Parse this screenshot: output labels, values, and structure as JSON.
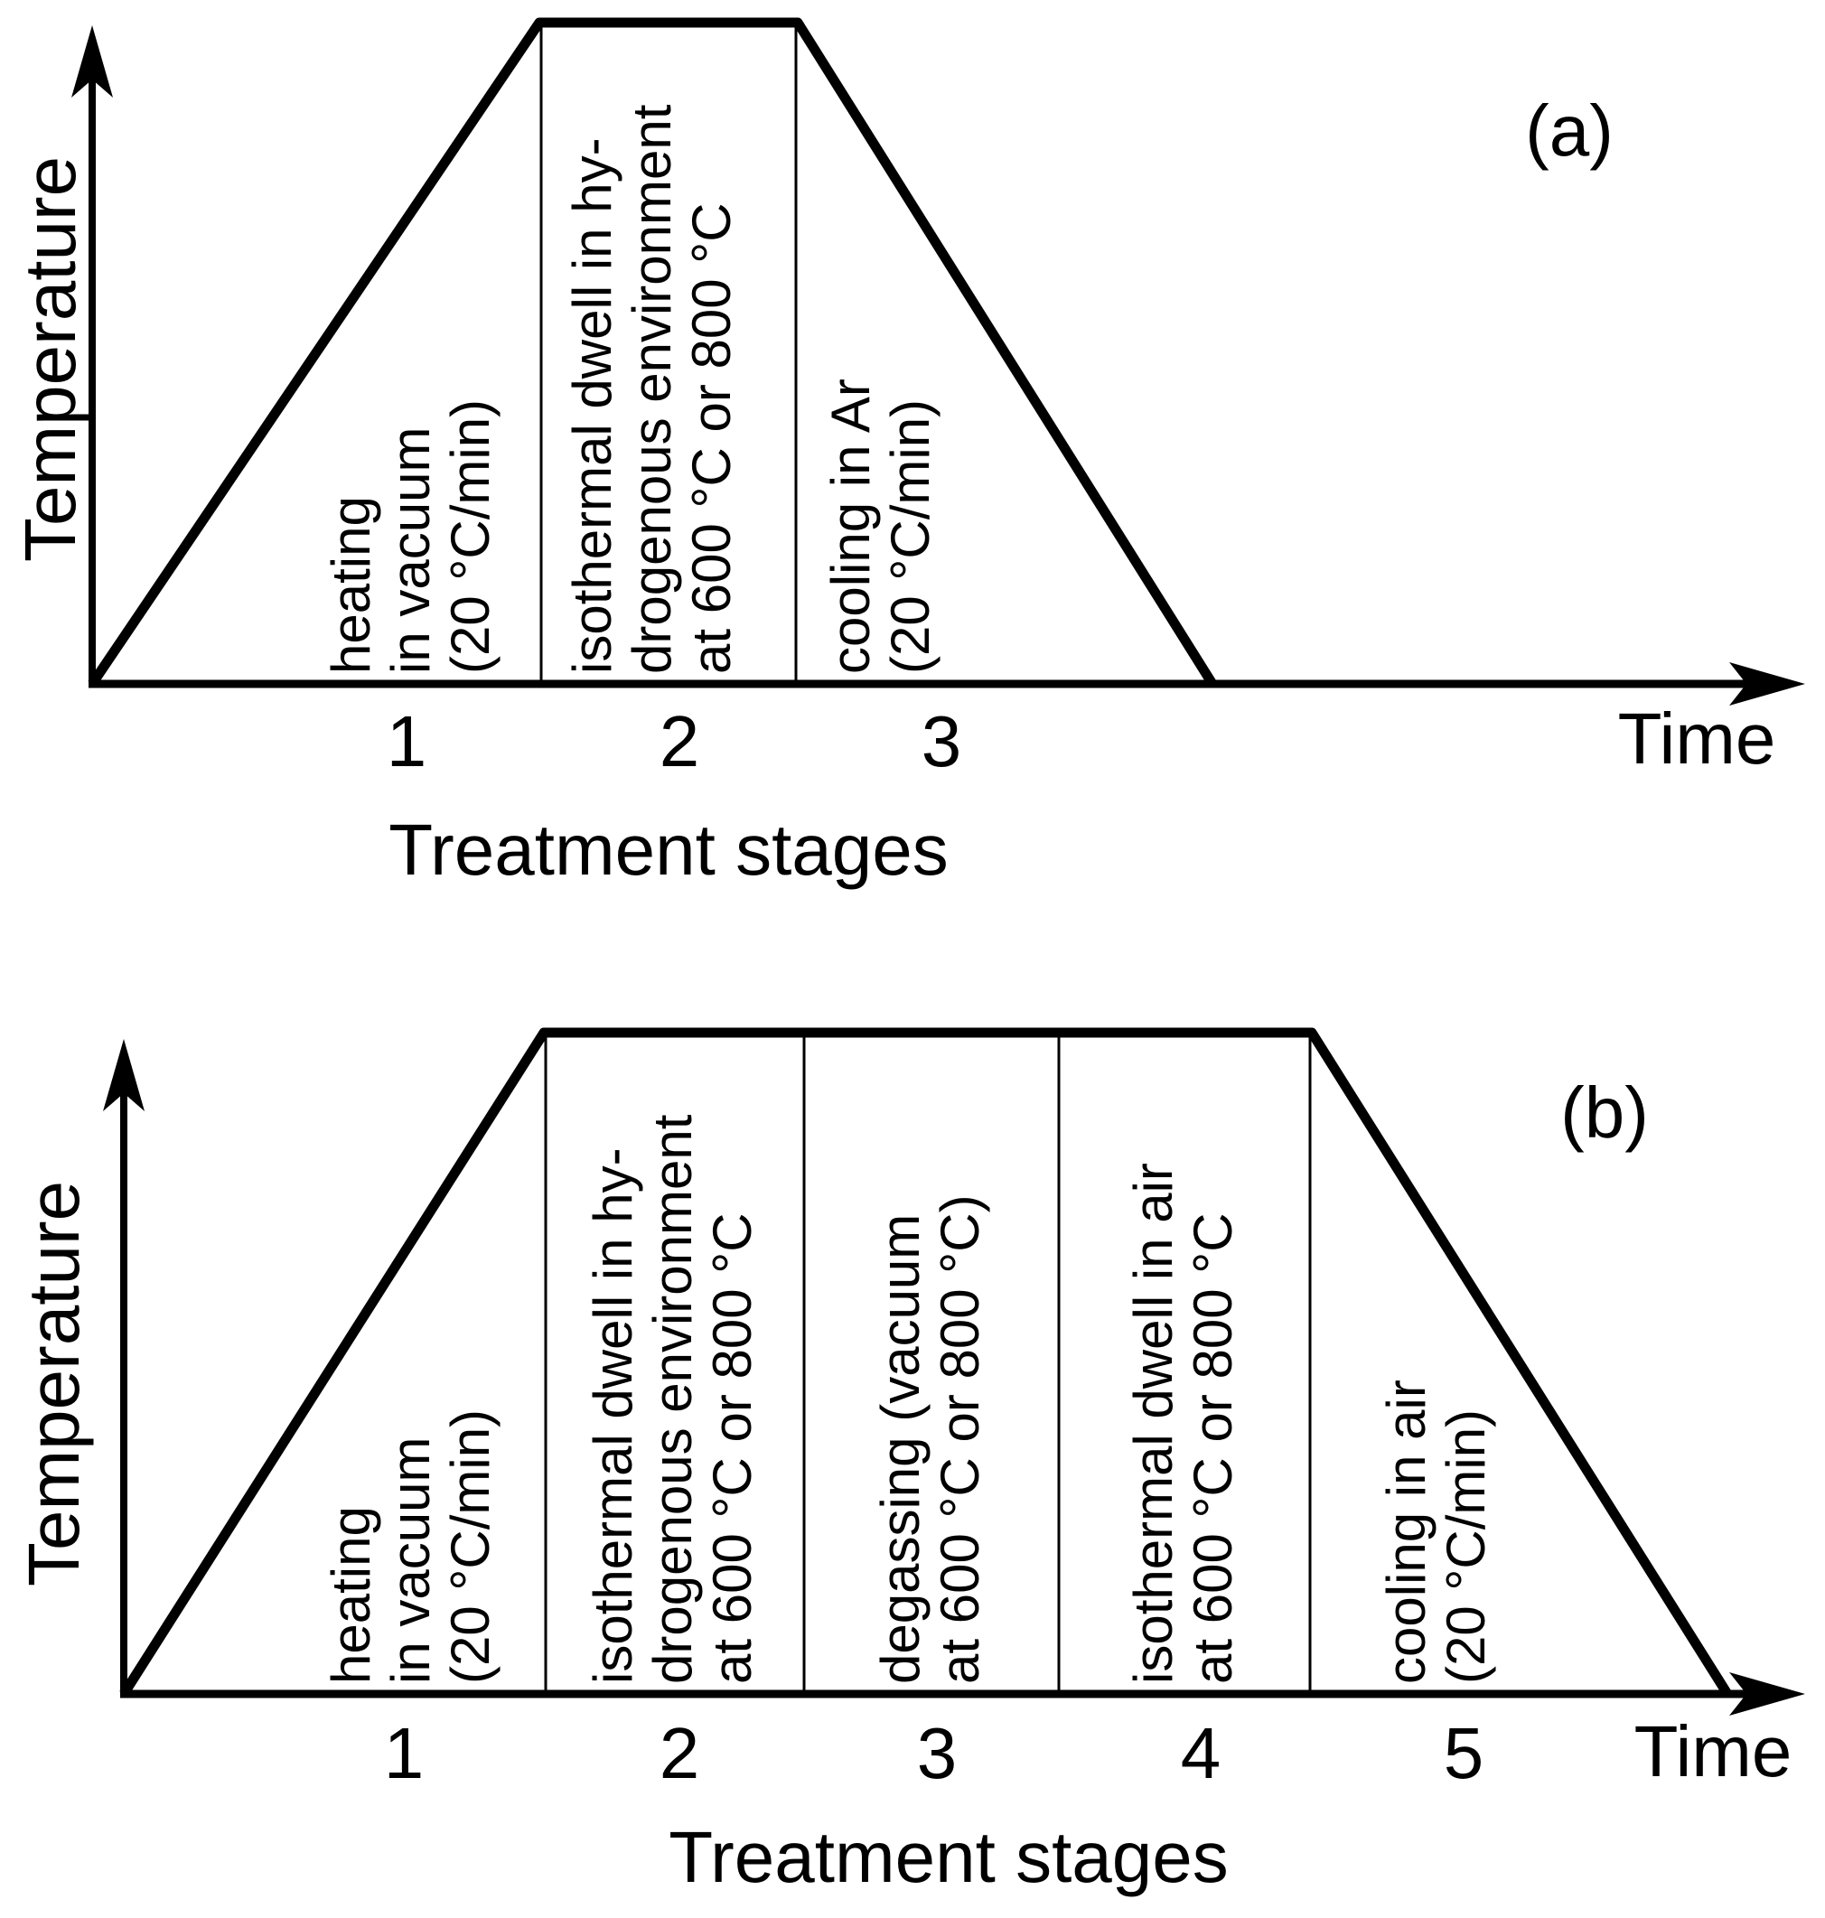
{
  "colors": {
    "ink": "#000000",
    "background": "#ffffff"
  },
  "panel_a": {
    "panel_label": "(a)",
    "y_axis_label": "Temperature",
    "x_axis_label": "Time",
    "caption": "Treatment stages",
    "stages": [
      {
        "number": "1",
        "label": "heating\nin vacuum\n(20 °C/min)"
      },
      {
        "number": "2",
        "label": "isothermal dwell in hy-\ndrogenous environment\nat 600 °C or 800 °C"
      },
      {
        "number": "3",
        "label": "cooling in Ar\n(20 °C/min)"
      }
    ]
  },
  "panel_b": {
    "panel_label": "(b)",
    "y_axis_label": "Temperature",
    "x_axis_label": "Time",
    "caption": "Treatment stages",
    "stages": [
      {
        "number": "1",
        "label": "heating\nin vacuum\n(20 °C/min)"
      },
      {
        "number": "2",
        "label": "isothermal dwell in hy-\ndrogenous environment\nat 600 °C or 800 °C"
      },
      {
        "number": "3",
        "label": "degassing (vacuum\nat 600 °C or 800 °C)"
      },
      {
        "number": "4",
        "label": "isothermal dwell in air\nat 600 °C or 800 °C"
      },
      {
        "number": "5",
        "label": "cooling in air\n(20 °C/min)"
      }
    ]
  }
}
